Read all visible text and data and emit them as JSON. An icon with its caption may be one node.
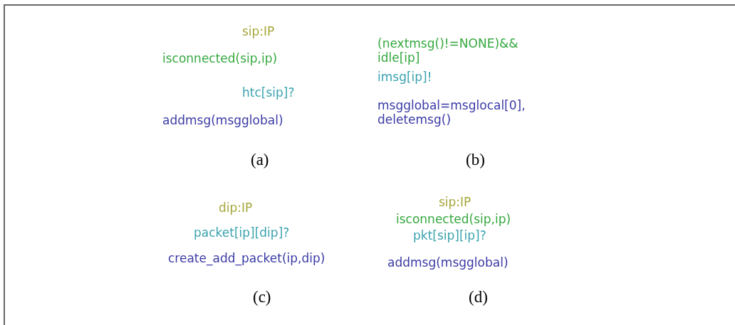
{
  "diagram": {
    "labels": [
      "sip:IP",
      "isconnected(sip,ip)",
      "htc[sip]?",
      "addmsg(msgglobal)",
      "(nextmsg()!=NONE)&& idle[ip]",
      "imsg[ip]!",
      "msgglobal=msglocal[0], deletemsg()",
      "(a)",
      "(b)",
      "dip:IP",
      "packet[ip][dip]?",
      "create_add_packet(ip,dip)",
      "sip:IP",
      "isconnected(sip,ip)",
      "pkt[sip][ip]?",
      "addmsg(msgglobal)",
      "(c)",
      "(d)"
    ]
  }
}
